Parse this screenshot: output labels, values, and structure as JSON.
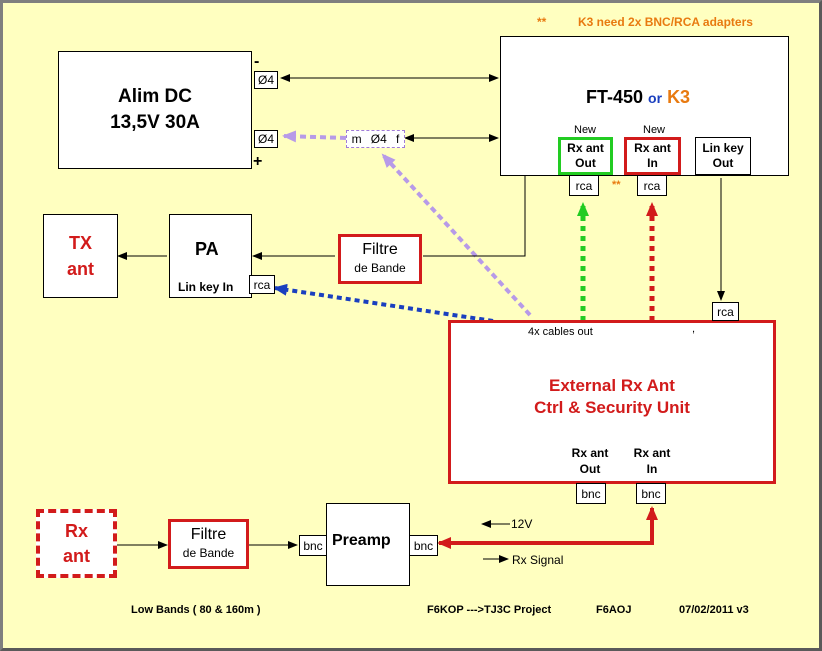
{
  "note": {
    "stars": "**",
    "text": "K3 need 2x BNC/RCA adapters"
  },
  "alim": {
    "line1": "Alim DC",
    "line2": "13,5V 30A",
    "minus": "-",
    "plus": "+",
    "port_top": "Ø4",
    "port_bottom": "Ø4"
  },
  "radio": {
    "name1": "FT-450",
    "or": "or",
    "name2": "K3",
    "new1": "New",
    "new2": "New",
    "rx_out": [
      "Rx ant",
      "Out"
    ],
    "rx_in": [
      "Rx ant",
      "In"
    ],
    "lin_key": [
      "Lin key",
      "Out"
    ],
    "rca1": "rca",
    "rca2": "rca",
    "stars": "**"
  },
  "middle_connector": {
    "m": "m",
    "size": "Ø4",
    "f": "f"
  },
  "tx_ant": [
    "TX",
    "ant"
  ],
  "pa": {
    "title": "PA",
    "lin_key": "Lin key In",
    "rca": "rca"
  },
  "filter_tx": {
    "title": "Filtre",
    "sub": "de Bande"
  },
  "ext_unit": {
    "line1": "External Rx Ant",
    "line2": "Ctrl & Security Unit",
    "cables": "4x cables out",
    "tick": ",",
    "rx_out": [
      "Rx ant",
      "Out"
    ],
    "rx_in": [
      "Rx ant",
      "In"
    ],
    "bnc1": "bnc",
    "bnc2": "bnc",
    "rca_top": "rca"
  },
  "rx_ant": [
    "Rx",
    "ant"
  ],
  "filter_rx": {
    "title": "Filtre",
    "sub": "de Bande"
  },
  "preamp": {
    "title": "Preamp",
    "bnc_left": "bnc",
    "bnc_right": "bnc"
  },
  "legend": {
    "v12": "12V",
    "rx_signal": "Rx Signal"
  },
  "footer": {
    "bands": "Low Bands ( 80 & 160m )",
    "project": "F6KOP --->TJ3C Project",
    "call": "F6AOJ",
    "date": "07/02/2011  v3"
  },
  "colors": {
    "background": "#ffffc0",
    "red": "#d21b1b",
    "green": "#22cc22",
    "blue": "#1a3fbf",
    "purple": "#b79ae8",
    "orange": "#e87a10"
  }
}
